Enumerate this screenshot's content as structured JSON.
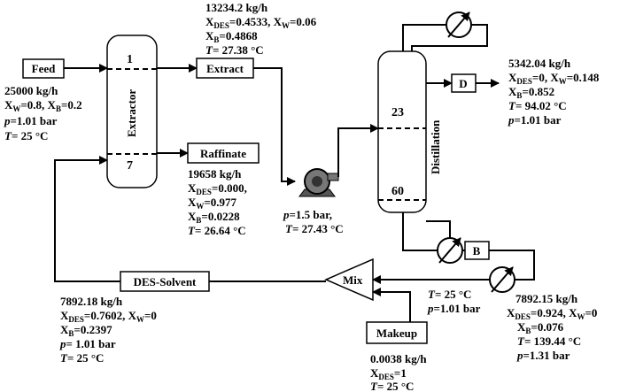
{
  "units": {
    "extractor": {
      "label": "Extractor",
      "stage_top": "1",
      "stage_bottom": "7"
    },
    "distillation": {
      "label": "Distillation",
      "stage_top": "23",
      "stage_bottom": "60"
    },
    "mixer": {
      "label": "Mix"
    }
  },
  "boxes": {
    "feed": "Feed",
    "extract": "Extract",
    "raffinate": "Raffinate",
    "distillate": "D",
    "bottoms": "B",
    "des_solvent": "DES-Solvent",
    "makeup": "Makeup"
  },
  "streams": {
    "feed": {
      "flow": "25000 kg/h",
      "pressure": "=1.01 bar",
      "temperature": "= 25 °C"
    },
    "extract": {
      "flow": "13234.2  kg/h",
      "xdes": "=0.4533, X",
      "xw": "=0.06",
      "xb": "=0.4868",
      "temperature": "= 27.38 °C"
    },
    "raffinate": {
      "flow": "19658 kg/h",
      "xdes": "=0.000,",
      "xw": "=0.977",
      "xb": "=0.0228",
      "temperature": "= 26.64 °C"
    },
    "pump_out": {
      "pressure": "=1.5 bar,",
      "temperature": "= 27.43 °C"
    },
    "distillate": {
      "flow": "5342.04 kg/h",
      "xdes": "=0, X",
      "xw": "=0.148",
      "xb": "=0.852",
      "temperature": "= 94.02 °C",
      "pressure": "=1.01 bar"
    },
    "bottoms": {
      "flow": "7892.15 kg/h",
      "xdes": "=0.924, X",
      "xw": "=0",
      "xb": "=0.076",
      "temperature": "= 139.44 °C",
      "pressure": "=1.31 bar"
    },
    "cooled": {
      "temperature": "= 25 °C",
      "pressure": "=1.01 bar"
    },
    "des_solvent": {
      "flow": "7892.18 kg/h",
      "xdes": "=0.7602, X",
      "xw": "=0",
      "xb": "=0.2397",
      "pressure": "= 1.01 bar",
      "temperature": "= 25 °C"
    },
    "makeup": {
      "flow": "0.0038 kg/h",
      "xdes": "=1",
      "temperature": "= 25 °C"
    }
  },
  "feed_composition": {
    "xw": "=0.8, X",
    "xb": "=0.2"
  }
}
